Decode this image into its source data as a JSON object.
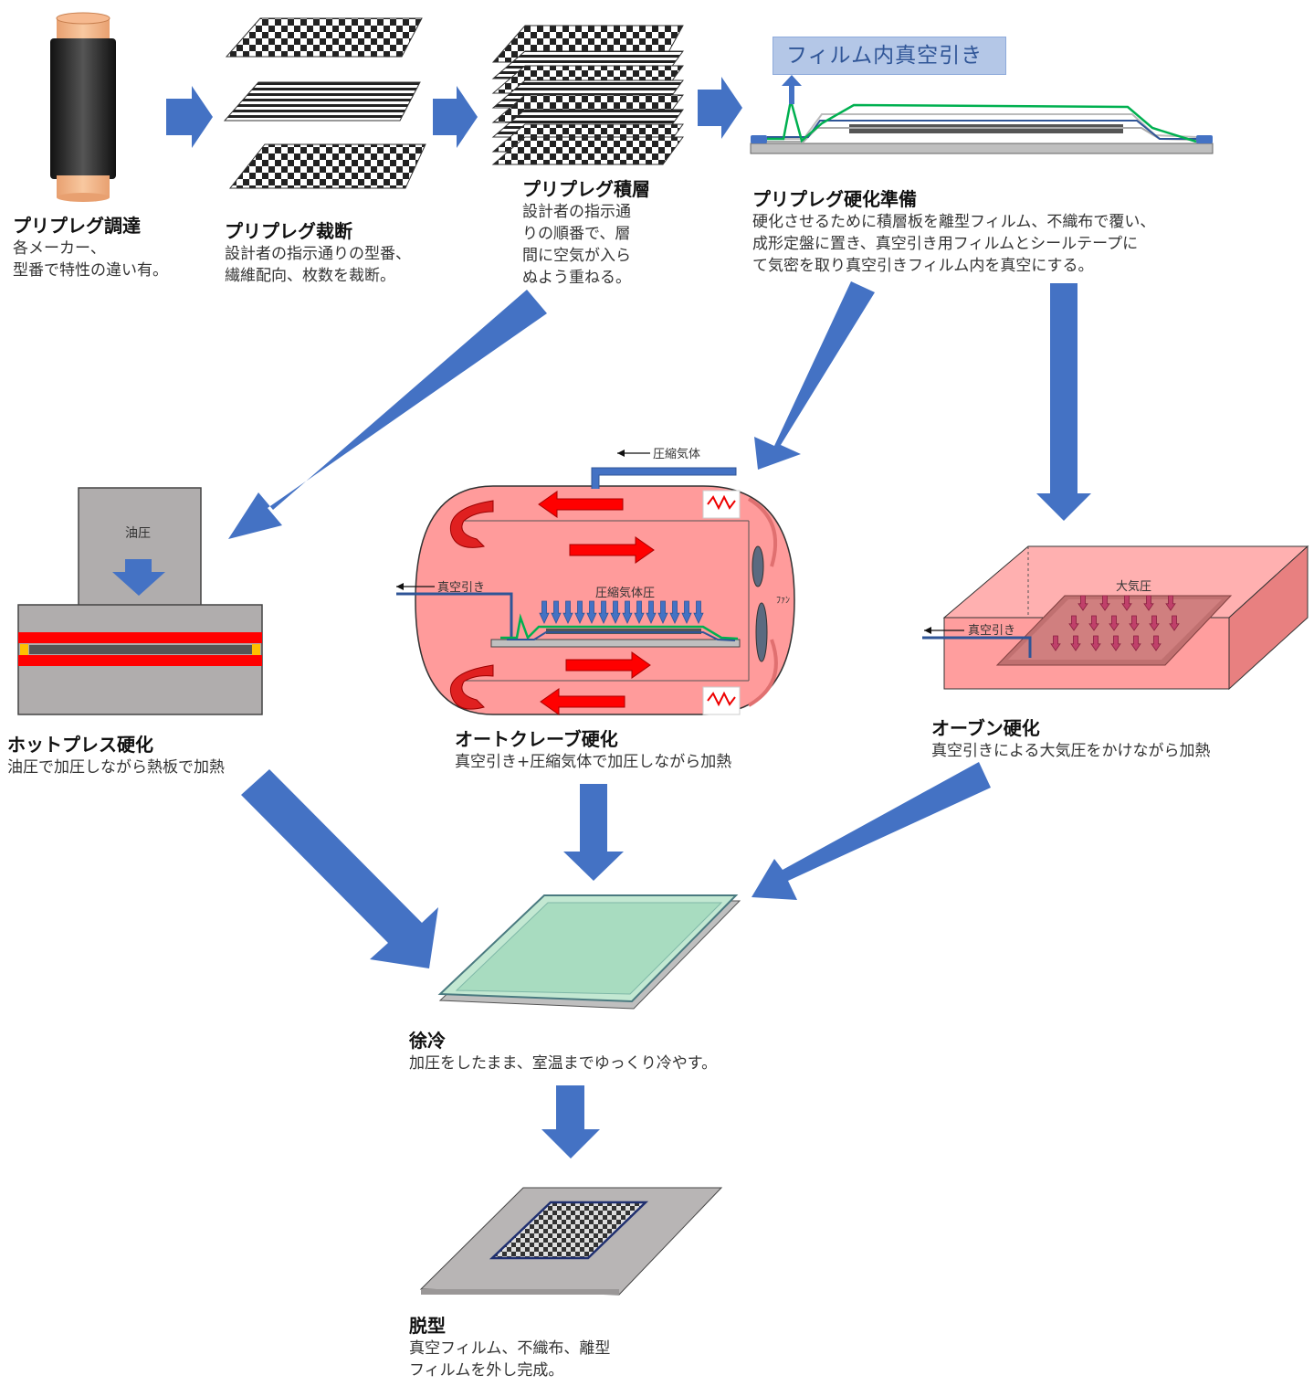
{
  "steps": {
    "procure": {
      "title": "プリプレグ調達",
      "desc": "各メーカー、\n型番で特性の違い有。"
    },
    "cut": {
      "title": "プリプレグ裁断",
      "desc": "設計者の指示通りの型番、\n繊維配向、枚数を裁断。"
    },
    "layup": {
      "title": "プリプレグ積層",
      "desc": "設計者の指示通\nりの順番で、層\n間に空気が入ら\nぬよう重ねる。"
    },
    "prep": {
      "title": "プリプレグ硬化準備",
      "desc": "硬化させるために積層板を離型フィルム、不織布で覆い、\n成形定盤に置き、真空引き用フィルムとシールテープに\nて気密を取り真空引きフィルム内を真空にする。"
    },
    "hotpress": {
      "title": "ホットプレス硬化",
      "desc": "油圧で加圧しながら熱板で加熱"
    },
    "autoclave": {
      "title": "オートクレーブ硬化",
      "desc": "真空引き+圧縮気体で加圧しながら加熱"
    },
    "oven": {
      "title": "オーブン硬化",
      "desc": "真空引きによる大気圧をかけながら加熱"
    },
    "cool": {
      "title": "徐冷",
      "desc": "加圧をしたまま、室温までゆっくり冷やす。"
    },
    "demold": {
      "title": "脱型",
      "desc": "真空フィルム、不織布、離型\nフィルムを外し完成。"
    }
  },
  "labels": {
    "film_vacuum": "フィルム内真空引き",
    "hydraulic": "油圧",
    "compressed_gas": "圧縮気体",
    "vacuum": "真空引き",
    "gas_pressure": "圧縮気体圧",
    "fan": "ﾌｧﾝ",
    "atm": "大気圧"
  },
  "colors": {
    "arrow": "#4472c4",
    "autoclave_body": "#ff9b9b",
    "oven_body": "#ff9e9e",
    "heater": "#ff0000"
  }
}
